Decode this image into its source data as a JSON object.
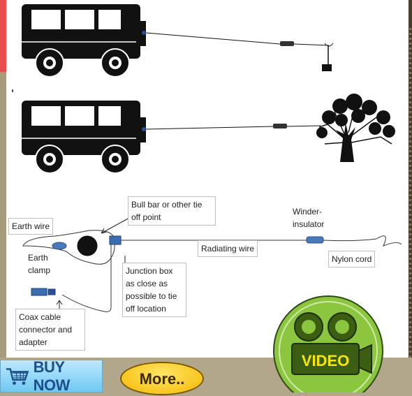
{
  "labels": {
    "bull_bar": "Bull bar or other tie off point",
    "earth_wire": "Earth wire",
    "earth_clamp": "Earth clamp",
    "winder": "Winder-insulator",
    "radiating": "Radiating wire",
    "nylon": "Nylon cord",
    "junction": "Junction box as close as possible to tie off location",
    "coax": "Coax cable connector and adapter"
  },
  "buttons": {
    "buy_now": "BUY NOW",
    "more": "More..",
    "video": "VIDEO"
  },
  "colors": {
    "accent_red": "#e94d4d",
    "panel_bg": "#ffffff",
    "frame_bg": "#b3a78b",
    "buy_blue": "#6ec8f2",
    "more_yellow": "#f5b800",
    "video_green": "#8cc63f"
  },
  "icons": [
    "shopping-cart-icon",
    "movie-camera-icon"
  ]
}
